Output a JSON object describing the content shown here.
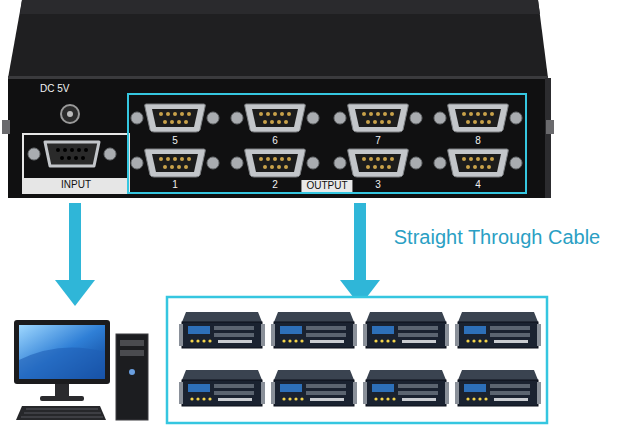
{
  "diagram": {
    "nodes": [
      {
        "text": [
          "DC 5V"
        ]
      },
      {
        "text": [
          "INPUT"
        ],
        "in": 0
      },
      {
        "text": [
          "OUTPUT"
        ],
        "in": 0
      }
    ],
    "labels": [
      "5",
      "6",
      "7",
      "8",
      "1",
      "2",
      "3",
      "4",
      "Straight Through Cable"
    ]
  }
}
